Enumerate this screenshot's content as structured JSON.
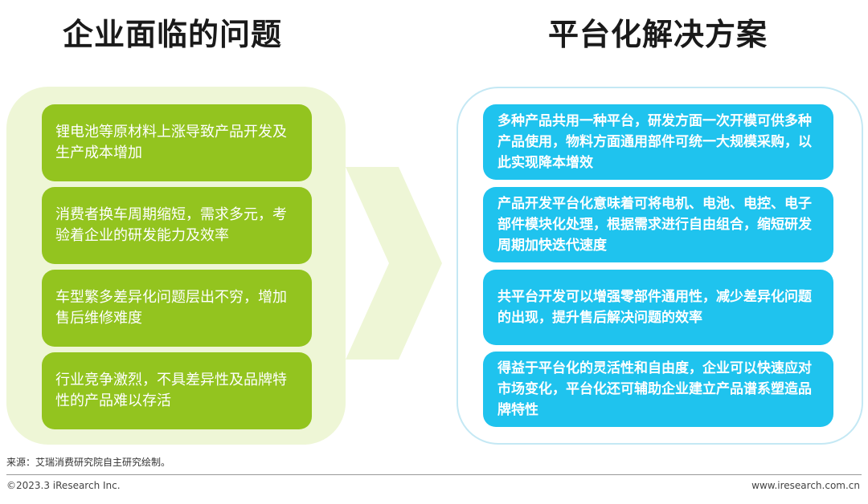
{
  "left": {
    "title": "企业面临的问题",
    "items": [
      {
        "text": "锂电池等原材料上涨导致产品开发及生产成本增加"
      },
      {
        "text": "消费者换车周期缩短，需求多元，考验着企业的研发能力及效率"
      },
      {
        "text": "车型繁多差异化问题层出不穷，增加售后维修难度"
      },
      {
        "text": "行业竞争激烈，不具差异性及品牌特性的产品难以存活"
      }
    ]
  },
  "right": {
    "title": "平台化解决方案",
    "items": [
      {
        "text": "多种产品共用一种平台，研发方面一次开模可供多种产品使用，物料方面通用部件可统一大规模采购，以此实现降本增效"
      },
      {
        "text": "产品开发平台化意味着可将电机、电池、电控、电子部件模块化处理，根据需求进行自由组合，缩短研发周期加快迭代速度"
      },
      {
        "text": "共平台开发可以增强零部件通用性，减少差异化问题的出现，提升售后解决问题的效率"
      },
      {
        "text": "得益于平台化的灵活性和自由度，企业可以快速应对市场变化，平台化还可辅助企业建立产品谱系塑造品牌特性"
      }
    ]
  },
  "footer": {
    "source": "来源：艾瑞消费研究院自主研究绘制。",
    "copyright": "©2023.3 iResearch Inc.",
    "website": "www.iresearch.com.cn"
  },
  "colors": {
    "problem_card": "#93c41f",
    "solution_card": "#1fc3ee",
    "left_panel_bg": "#eef6d6",
    "right_panel_border": "#c4e8f4",
    "arrow": "#eef6d6"
  }
}
